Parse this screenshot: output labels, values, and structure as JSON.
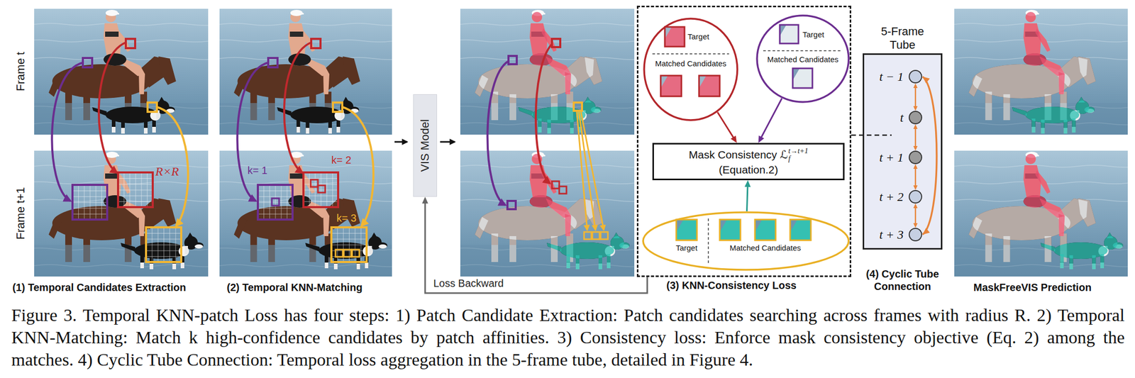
{
  "diagram": {
    "caption": "Figure 3. Temporal KNN-patch Loss has four steps: 1) Patch Candidate Extraction: Patch candidates searching across frames with radius R. 2) Temporal KNN-Matching: Match k high-confidence candidates by patch affinities. 3) Consistency loss: Enforce mask consistency objective (Eq. 2) among the matches. 4) Cyclic Tube Connection: Temporal loss aggregation in the 5-frame tube, detailed in Figure 4.",
    "nodes": [
      {
        "text": [
          "VIS Model"
        ]
      },
      {
        "text": [
          "(3) KNN-Consistency Loss"
        ]
      },
      {
        "text": [
          "Target",
          "Matched Candidates"
        ],
        "in": 1
      },
      {
        "text": [
          "Target",
          "Matched Candidates"
        ],
        "in": 1
      },
      {
        "text": [
          "Mask Consistency ℒ",
          "t→t+1",
          "f",
          "(Equation.2)"
        ],
        "in": 1
      },
      {
        "text": [
          "Target",
          "Matched Candidates"
        ],
        "in": 1
      },
      {
        "text": [
          "5-Frame Tube",
          "(4) Cyclic Tube Connection"
        ]
      },
      {
        "text": [
          "t − 1"
        ],
        "in": 6
      },
      {
        "text": [
          "t"
        ],
        "in": 6
      },
      {
        "text": [
          "t + 1"
        ],
        "in": 6
      },
      {
        "text": [
          "t + 2"
        ],
        "in": 6
      },
      {
        "text": [
          "t + 3"
        ],
        "in": 6
      }
    ],
    "edges": [
      {
        "from": 2,
        "to": 4,
        "arrow": "to"
      },
      {
        "from": 3,
        "to": 4,
        "arrow": "to"
      },
      {
        "from": 5,
        "to": 4,
        "arrow": "to"
      },
      {
        "from": 1,
        "to": 0,
        "label": "Loss Backward",
        "arrow": "to"
      },
      {
        "from": 7,
        "to": 8,
        "arrow": "both"
      },
      {
        "from": 8,
        "to": 9,
        "arrow": "both"
      },
      {
        "from": 9,
        "to": 10,
        "arrow": "both"
      },
      {
        "from": 10,
        "to": 11,
        "arrow": "both"
      },
      {
        "from": 7,
        "to": 11,
        "arrow": "both"
      }
    ],
    "labels": [
      "Frame t",
      "Frame t+1",
      "R×R",
      "k= 1",
      "k= 2",
      "k= 3",
      "(1) Temporal Candidates Extraction",
      "(2) Temporal KNN-Matching",
      "MaskFreeVIS Prediction"
    ]
  }
}
